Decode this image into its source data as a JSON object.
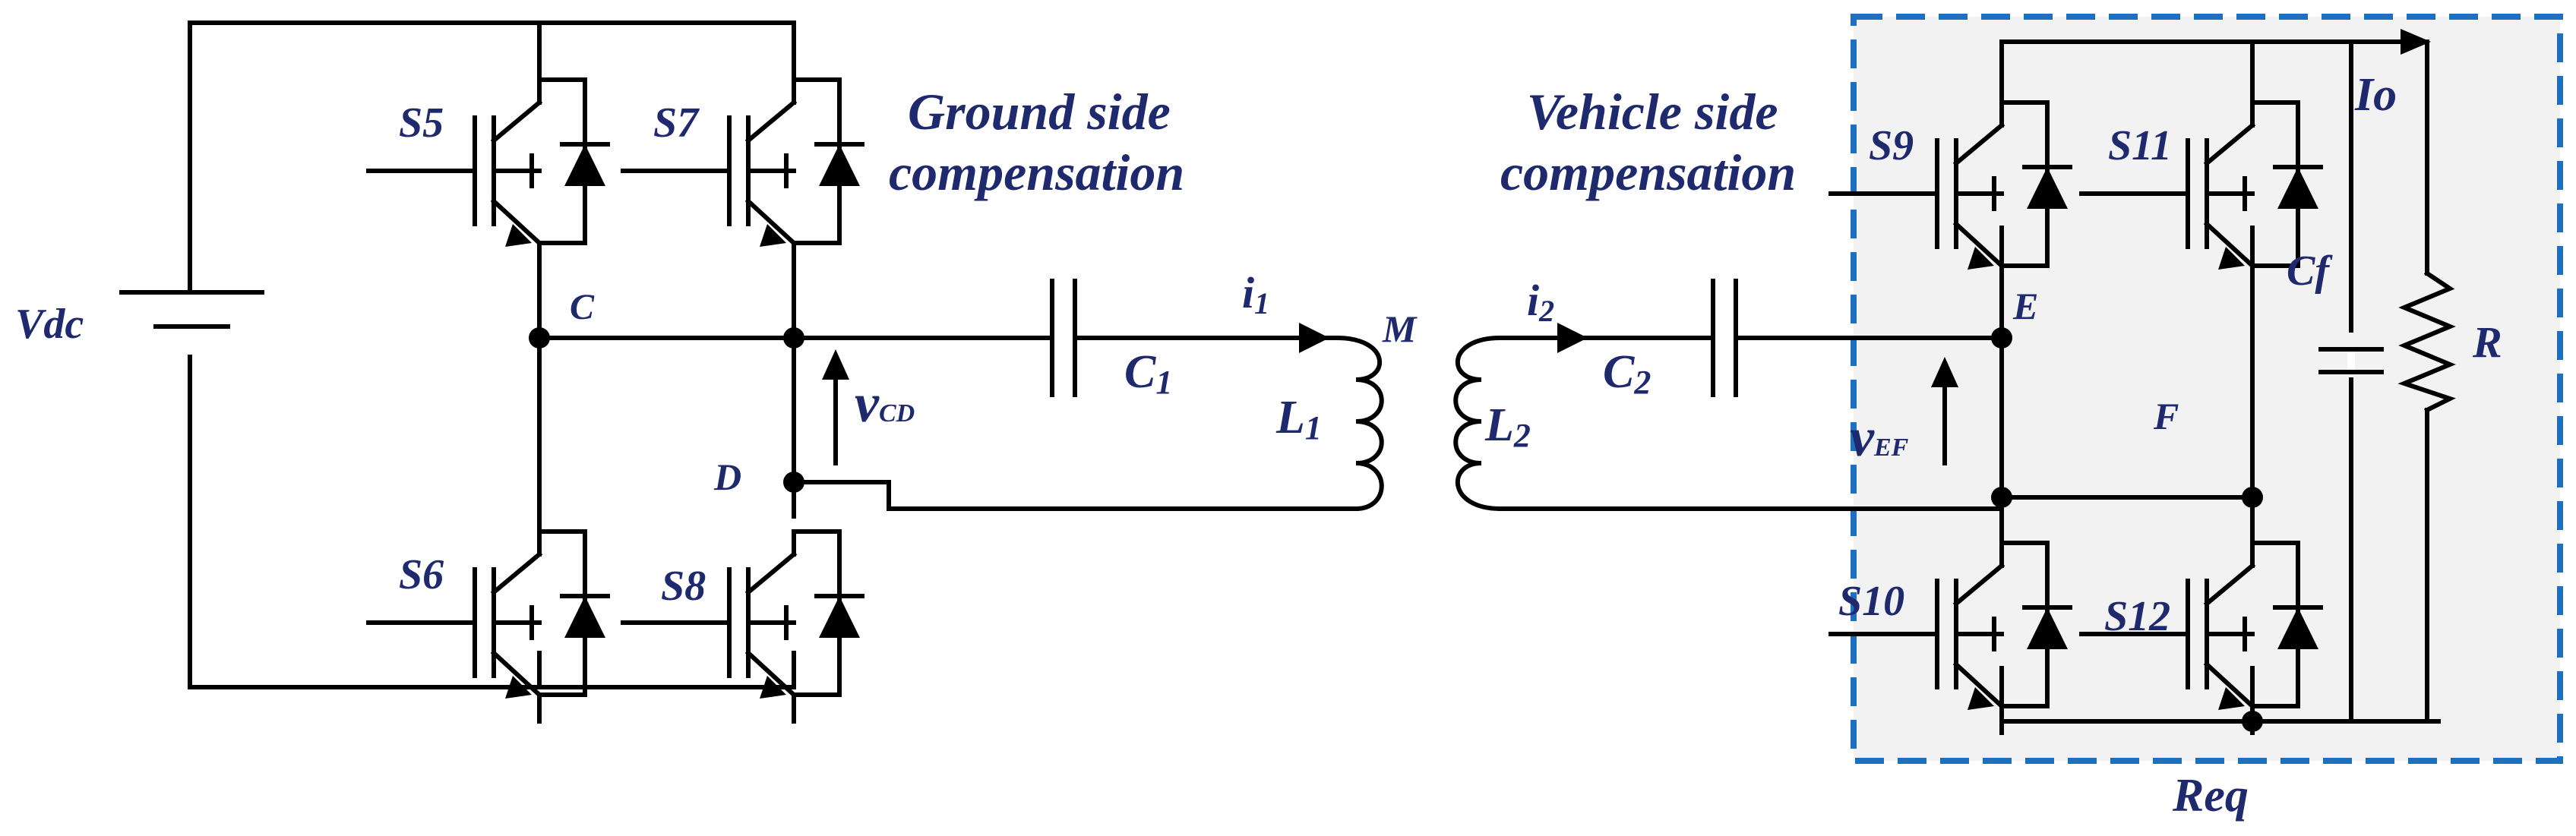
{
  "diagram": {
    "labels": {
      "vdc": "Vdc",
      "s5": "S5",
      "s6": "S6",
      "s7": "S7",
      "s8": "S8",
      "s9": "S9",
      "s10": "S10",
      "s11": "S11",
      "s12": "S12",
      "node_c": "C",
      "node_d": "D",
      "node_e": "E",
      "node_f": "F",
      "ground_line1": "Ground side",
      "ground_line2": "compensation",
      "vehicle_line1": "Vehicle side",
      "vehicle_line2": "compensation",
      "i1": "i",
      "i1_sub": "1",
      "i2": "i",
      "i2_sub": "2",
      "c1": "C",
      "c1_sub": "1",
      "c2": "C",
      "c2_sub": "2",
      "l1": "L",
      "l1_sub": "1",
      "l2": "L",
      "l2_sub": "2",
      "m": "M",
      "vcd": "v",
      "vcd_sub": "CD",
      "vef": "v",
      "vef_sub": "EF",
      "cf": "Cf",
      "r": "R",
      "io": "Io",
      "req": "Req"
    },
    "colors": {
      "wire": "#000000",
      "label": "#1f2a6e",
      "req_border": "#1e6fc0",
      "req_fill": "#f2f2f2"
    }
  }
}
